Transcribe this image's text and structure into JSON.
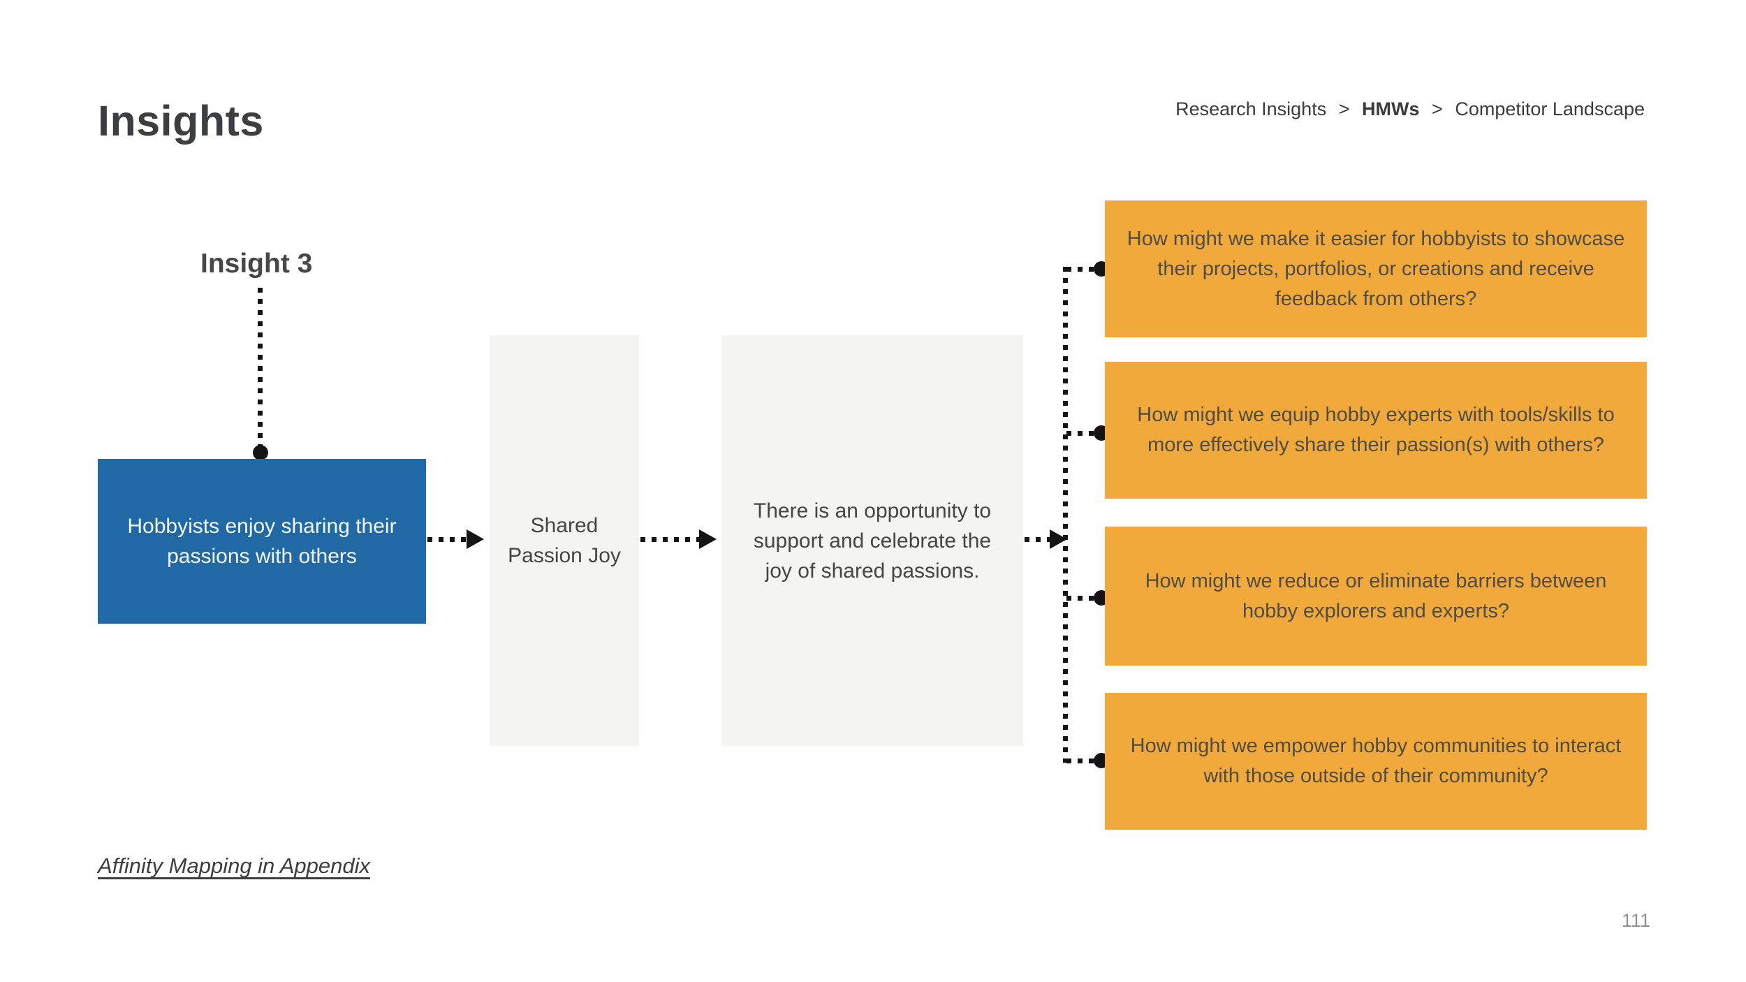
{
  "slide": {
    "title": "Insights",
    "breadcrumb": {
      "part1": "Research Insights",
      "part2": "HMWs",
      "part3": "Competitor Landscape",
      "separator": ">"
    },
    "footer_link": "Affinity Mapping in Appendix",
    "page_number": "111"
  },
  "diagram": {
    "insight_label": "Insight 3",
    "insight_box": "Hobbyists enjoy sharing their passions with others",
    "theme_box": "Shared Passion Joy",
    "opportunity_box": "There is an opportunity to support and celebrate the joy of shared passions.",
    "hmw_boxes": [
      {
        "text": "How might we make it easier for hobbyists to showcase their projects, portfolios, or creations and receive feedback from others?"
      },
      {
        "text": "How might we equip hobby experts with tools/skills to more effectively share their passion(s) with others?"
      },
      {
        "text": "How might we reduce or eliminate barriers between hobby explorers and experts?"
      },
      {
        "text": "How might we empower hobby communities to interact with those outside of their community?"
      }
    ],
    "colors": {
      "insight_blue": "#2169a4",
      "hmw_orange": "#f2a93c",
      "neutral_gray": "#f4f4f3",
      "connector_black": "#141414"
    }
  }
}
